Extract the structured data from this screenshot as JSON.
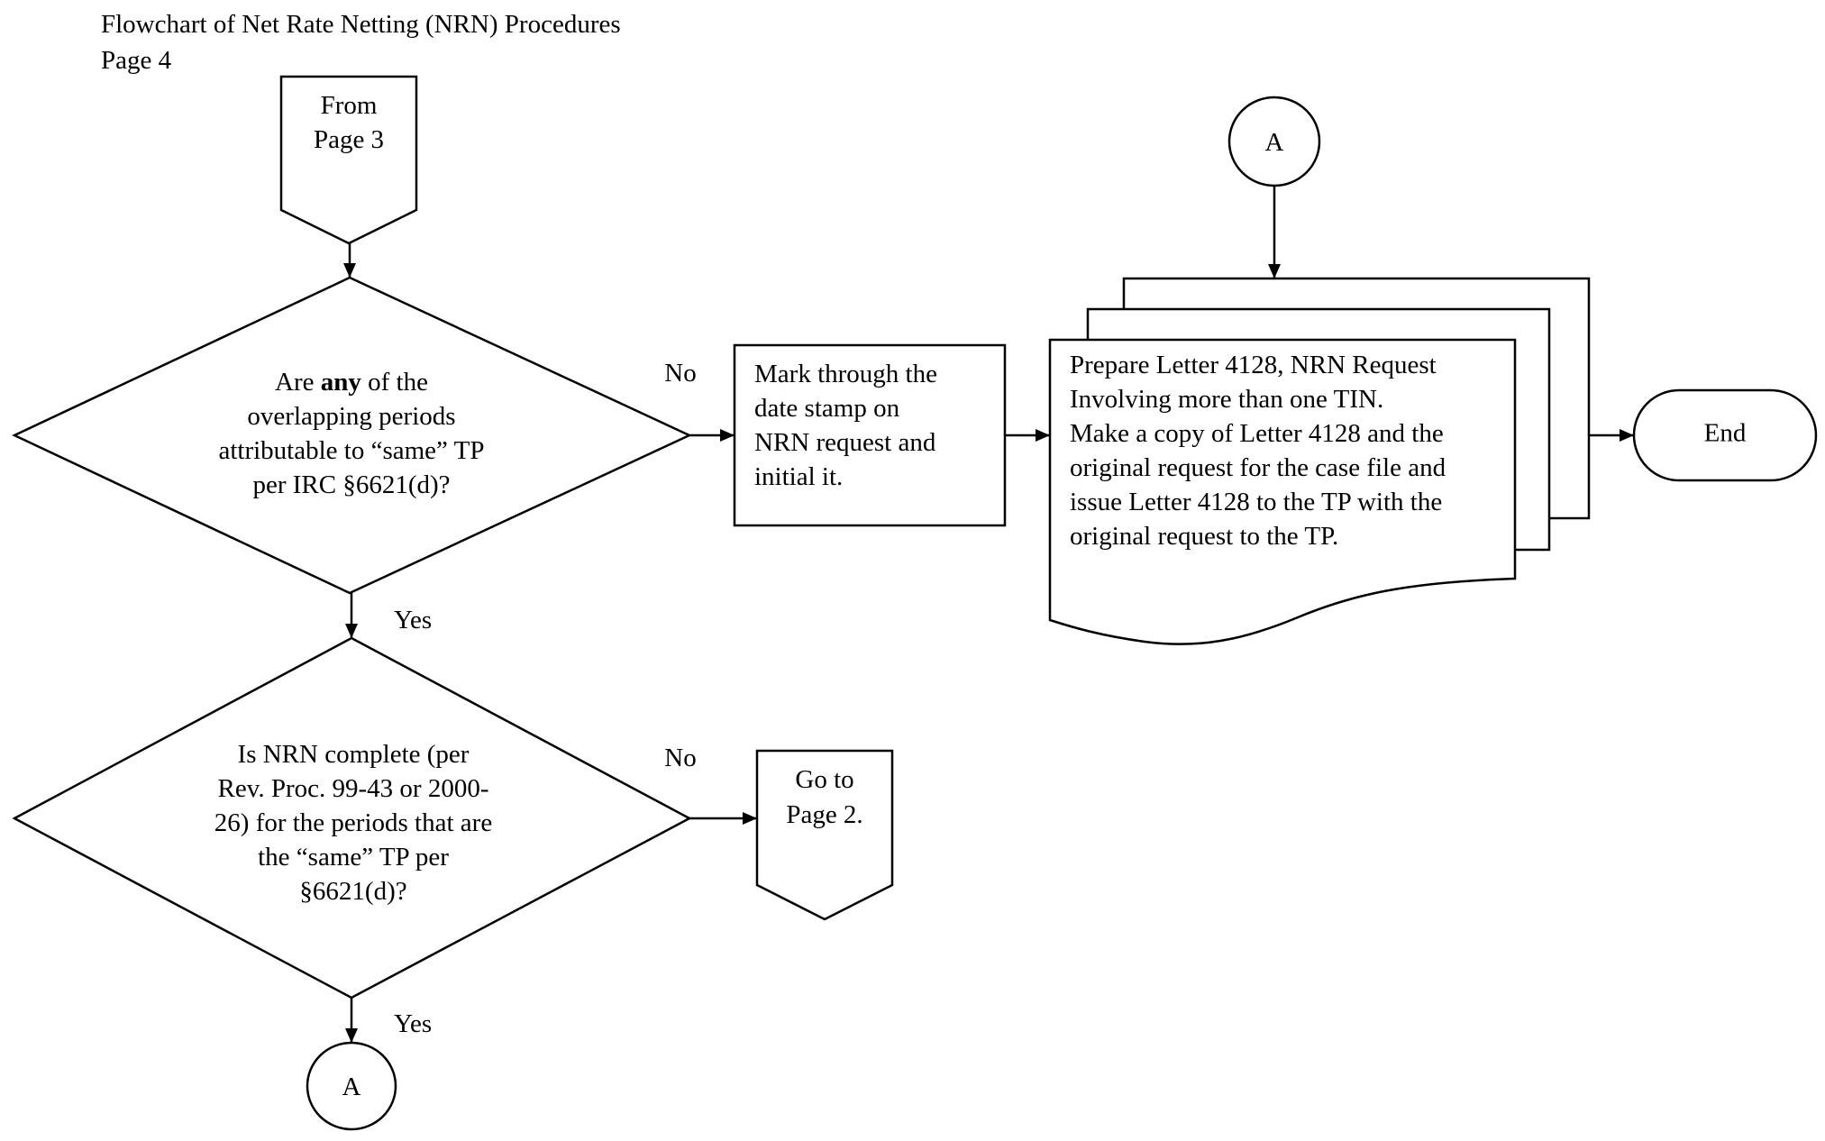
{
  "title": {
    "line1": "Flowchart of Net Rate Netting (NRN) Procedures",
    "line2": "Page 4"
  },
  "nodes": {
    "from_page": {
      "lines": [
        "From",
        "Page 3"
      ]
    },
    "decision1": {
      "line1_pre": "Are ",
      "line1_bold": "any",
      "line1_post": " of the",
      "lines": [
        "overlapping periods",
        "attributable to “same” TP",
        "per IRC §6621(d)?"
      ]
    },
    "process1": {
      "lines": [
        "Mark through the",
        "date stamp on",
        "NRN request and",
        "initial it."
      ]
    },
    "documents": {
      "lines": [
        "Prepare Letter 4128, NRN Request",
        "Involving more than one TIN.",
        "Make a copy of Letter 4128 and the",
        "original request for the case file and",
        "issue Letter 4128 to the TP with the",
        "original request to the TP."
      ]
    },
    "end": {
      "label": "End"
    },
    "connector_top": {
      "label": "A"
    },
    "decision2": {
      "lines": [
        "Is NRN complete (per",
        "Rev. Proc. 99-43 or 2000-",
        "26) for the periods that are",
        "the “same” TP per",
        "§6621(d)?"
      ]
    },
    "goto_page": {
      "lines": [
        "Go to",
        "Page 2."
      ]
    },
    "connector_bottom": {
      "label": "A"
    }
  },
  "edge_labels": {
    "d1_no": "No",
    "d1_yes": "Yes",
    "d2_no": "No",
    "d2_yes": "Yes"
  }
}
